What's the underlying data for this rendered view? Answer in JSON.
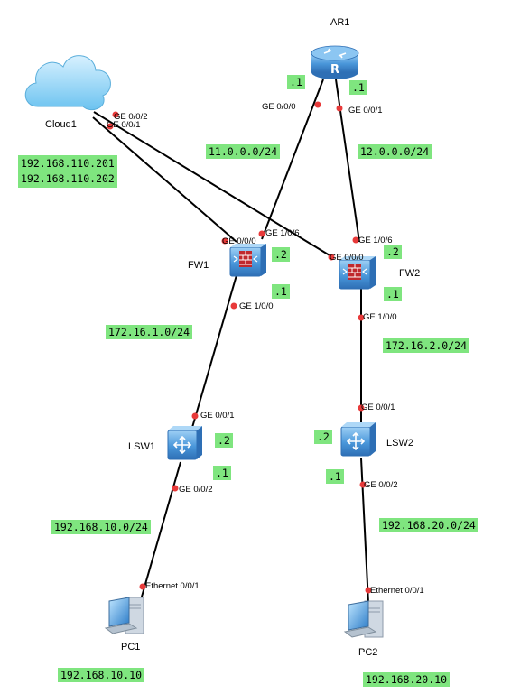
{
  "colors": {
    "label_bg": "#7FE57F",
    "link": "#000000",
    "port_dot": "#E83A3A",
    "device_blue": "#3F8FD6"
  },
  "devices": {
    "ar1": {
      "name": "AR1",
      "icon": "router-icon"
    },
    "cloud1": {
      "name": "Cloud1",
      "icon": "cloud-icon"
    },
    "fw1": {
      "name": "FW1",
      "icon": "firewall-icon"
    },
    "fw2": {
      "name": "FW2",
      "icon": "firewall-icon"
    },
    "lsw1": {
      "name": "LSW1",
      "icon": "switch-icon"
    },
    "lsw2": {
      "name": "LSW2",
      "icon": "switch-icon"
    },
    "pc1": {
      "name": "PC1",
      "icon": "pc-icon"
    },
    "pc2": {
      "name": "PC2",
      "icon": "pc-icon"
    }
  },
  "ports": {
    "ar1_left": "GE 0/0/0",
    "ar1_right": "GE 0/0/1",
    "cloud_p2": "GE 0/0/2",
    "cloud_p1": "GE 0/0/1",
    "fw1_top_left": "GE 0/0/0",
    "fw1_top_right": "GE 1/0/6",
    "fw1_bottom": "GE 1/0/0",
    "fw2_top": "GE 1/0/6",
    "fw2_left": "GE 0/0/0",
    "fw2_bottom": "GE 1/0/0",
    "lsw1_top": "GE 0/0/1",
    "lsw1_bottom": "GE 0/0/2",
    "lsw2_top": "GE 0/0/1",
    "lsw2_bottom": "GE 0/0/2",
    "pc1_port": "Ethernet 0/0/1",
    "pc2_port": "Ethernet 0/0/1"
  },
  "tags": {
    "ar1_left_host": ".1",
    "ar1_right_host": ".1",
    "net_11": "11.0.0.0/24",
    "net_12": "12.0.0.0/24",
    "fw1_up_host": ".2",
    "fw1_down_host": ".1",
    "fw2_up_host": ".2",
    "fw2_down_host": ".1",
    "net_172_1": "172.16.1.0/24",
    "net_172_2": "172.16.2.0/24",
    "lsw1_up_host": ".2",
    "lsw1_down_host": ".1",
    "lsw2_up_host": ".2",
    "lsw2_down_host": ".1",
    "net_10": "192.168.10.0/24",
    "net_20": "192.168.20.0/24",
    "pc1_ip": "192.168.10.10",
    "pc2_ip": "192.168.20.10"
  },
  "cloud_ips": [
    "192.168.110.201",
    "192.168.110.202"
  ]
}
